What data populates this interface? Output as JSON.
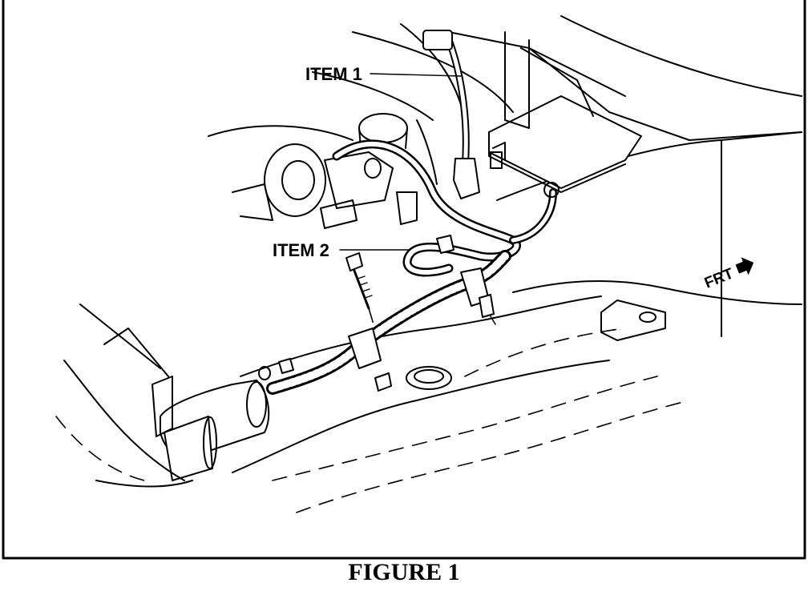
{
  "figure": {
    "caption": "FIGURE 1",
    "callouts": {
      "item1": "ITEM 1",
      "item2": "ITEM 2"
    },
    "direction_label": "FRT"
  }
}
